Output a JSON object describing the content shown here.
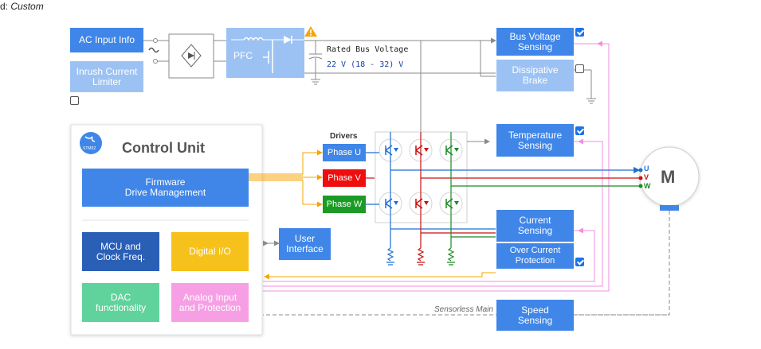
{
  "header": {
    "prefix": "d:",
    "mode": "Custom"
  },
  "blocks": {
    "ac_input": "AC Input Info",
    "inrush": "Inrush Current\nLimiter",
    "pfc": "PFC",
    "bus_voltage_label": "Rated Bus Voltage",
    "bus_voltage_value": "22 V (18 - 32) V",
    "bus_voltage_sensing": "Bus Voltage\nSensing",
    "dissipative_brake": "Dissipative\nBrake",
    "drivers_label": "Drivers",
    "phase_u": "Phase U",
    "phase_v": "Phase V",
    "phase_w": "Phase W",
    "temperature_sensing": "Temperature\nSensing",
    "current_sensing": "Current\nSensing",
    "over_current": "Over Current\nProtection",
    "speed_sensing": "Speed\nSensing",
    "sensorless": "Sensorless Main",
    "user_interface": "User\nInterface",
    "motor": "M",
    "motor_u": "U",
    "motor_v": "V",
    "motor_w": "W"
  },
  "control_unit": {
    "logo": "STM32",
    "title": "Control Unit",
    "firmware": "Firmware\nDrive Management",
    "mcu": "MCU and\nClock Freq.",
    "digital_io": "Digital I/O",
    "dac": "DAC\nfunctionality",
    "analog": "Analog Input\nand Protection"
  },
  "checkboxes": {
    "inrush": false,
    "bus_voltage": true,
    "dissipative_brake": false,
    "temperature": true,
    "over_current": true
  },
  "colors": {
    "blue": "#3f86e8",
    "light_blue": "#9cc2f4",
    "phase_u": "#1f6fd6",
    "phase_v": "#c81010",
    "phase_w": "#1b8b25",
    "orange": "#f6a500",
    "pink": "#f08fe0",
    "gray": "#8a8a8a"
  },
  "icons": [
    "warning-icon",
    "tilde-icon",
    "bridge-rectifier-icon",
    "inductor-icon",
    "diode-icon",
    "mosfet-icon",
    "capacitor-icon",
    "ground-icon",
    "igbt-icon",
    "resistor-icon",
    "checkbox-icon",
    "stm32-logo-icon"
  ]
}
